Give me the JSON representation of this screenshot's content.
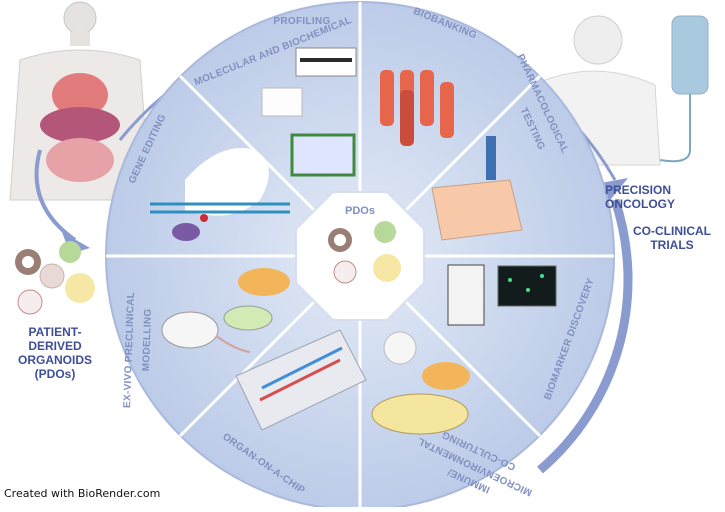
{
  "hub": {
    "label": "PDOs"
  },
  "segments": [
    {
      "id": "molecular",
      "label_line1": "MOLECULAR AND BIOCHEMICAL",
      "label_line2": "PROFILING"
    },
    {
      "id": "biobanking",
      "label_line1": "BIOBANKING"
    },
    {
      "id": "pharmacological",
      "label_line1": "PHARMACOLOGICAL",
      "label_line2": "TESTING"
    },
    {
      "id": "biomarker",
      "label_line1": "BIOMARKER DISCOVERY"
    },
    {
      "id": "immune",
      "label_line1": "IMMUNE/",
      "label_line2": "MICROENVIRONMENTAL",
      "label_line3": "CO-CULTURING"
    },
    {
      "id": "organ-chip",
      "label_line1": "ORGAN-ON-A-CHIP"
    },
    {
      "id": "exvivo",
      "label_line1": "EX-VIVO PRECLINICAL",
      "label_line2": "MODELLING"
    },
    {
      "id": "gene-editing",
      "label_line1": "GENE EDITING"
    }
  ],
  "left_label": {
    "line1": "PATIENT-DERIVED",
    "line2": "ORGANOIDS",
    "line3": "(PDOs)"
  },
  "right_label_1": {
    "line1": "PRECISION",
    "line2": "ONCOLOGY"
  },
  "right_label_2": {
    "line1": "CO-CLINICAL",
    "line2": "TRIALS"
  },
  "credit": "Created with BioRender.com",
  "colors": {
    "wheel_fill": "#c6d5ee",
    "wheel_border": "#aab8dc",
    "arrow": "#8a9bd0",
    "label_text": "#3f4f97",
    "segment_text": "#8190c0"
  }
}
